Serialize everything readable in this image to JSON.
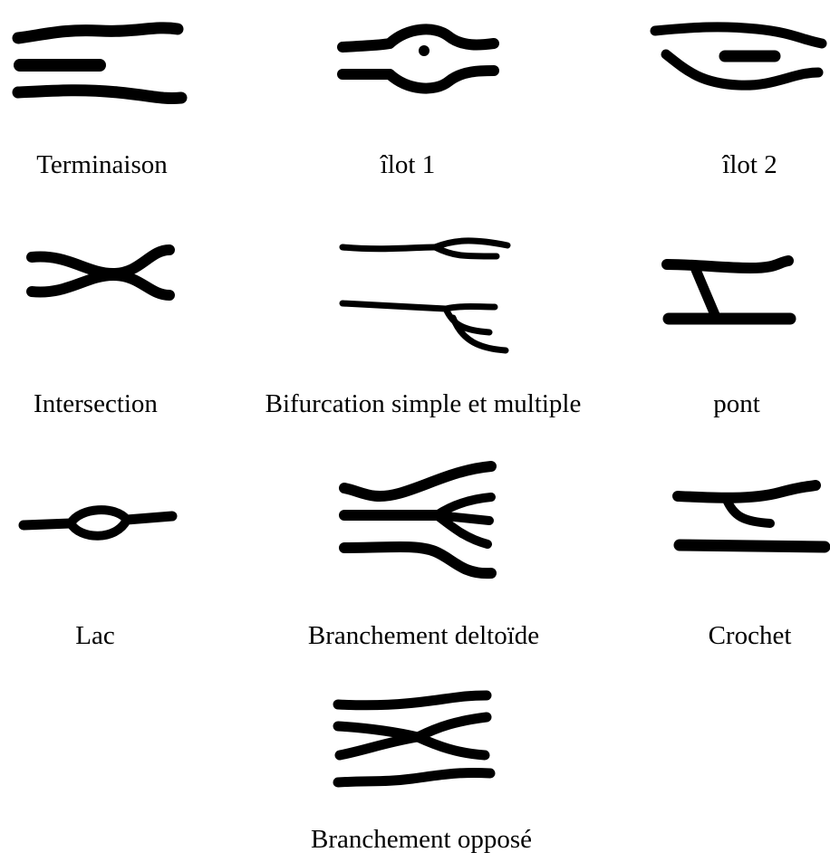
{
  "minutiae": [
    {
      "id": "terminaison",
      "label": "Terminaison"
    },
    {
      "id": "ilot-1",
      "label": "îlot 1"
    },
    {
      "id": "ilot-2",
      "label": "îlot 2"
    },
    {
      "id": "intersection",
      "label": "Intersection"
    },
    {
      "id": "bifurcation",
      "label": "Bifurcation simple et multiple"
    },
    {
      "id": "pont",
      "label": "pont"
    },
    {
      "id": "lac",
      "label": "Lac"
    },
    {
      "id": "branchement-deltoide",
      "label": "Branchement deltoïde"
    },
    {
      "id": "crochet",
      "label": "Crochet"
    },
    {
      "id": "branchement-oppose",
      "label": "Branchement opposé"
    }
  ]
}
